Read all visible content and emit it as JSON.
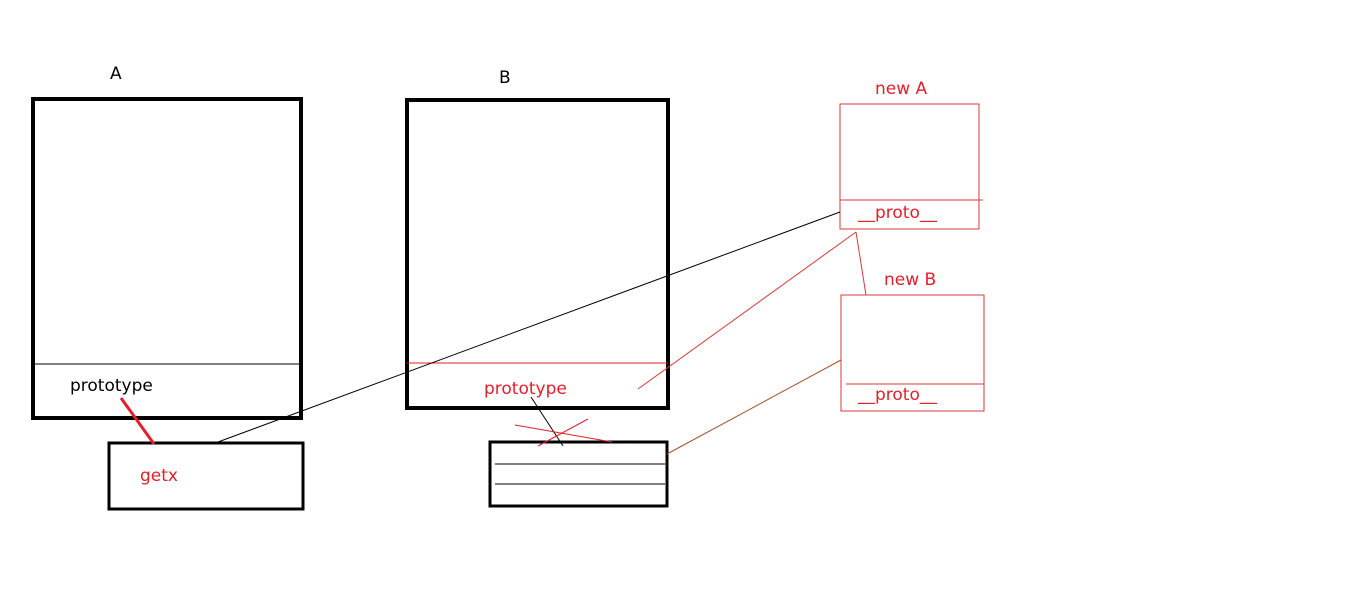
{
  "labels": {
    "a_title": "A",
    "b_title": "B",
    "a_prototype": "prototype",
    "b_prototype": "prototype",
    "getx": "getx",
    "new_a": "new A",
    "new_a_proto": "__proto__",
    "new_b": "new B",
    "new_b_proto": "__proto__"
  },
  "colors": {
    "ink": "#000000",
    "accent": "#e0202a",
    "thin_red": "#d83a3a",
    "brown": "#a0522d"
  }
}
